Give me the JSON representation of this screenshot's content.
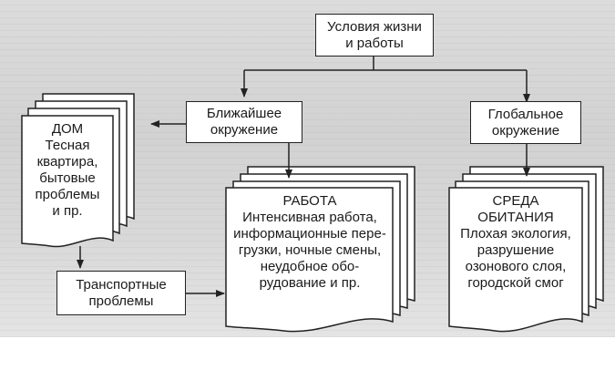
{
  "top": {
    "line1": "Условия жизни",
    "line2": "и работы"
  },
  "near": {
    "line1": "Ближайшее",
    "line2": "окружение"
  },
  "global": {
    "line1": "Глобальное",
    "line2": "окружение"
  },
  "transport": {
    "line1": "Транспортные",
    "line2": "проблемы"
  },
  "home": {
    "title": "ДОМ",
    "lines": [
      "Тесная",
      "квартира,",
      "бытовые",
      "проблемы",
      "и пр."
    ]
  },
  "work": {
    "title": "РАБОТА",
    "lines": [
      "Интенсивная работа,",
      "информационные пере-",
      "грузки, ночные смены,",
      "неудобное обо-",
      "рудование и пр."
    ]
  },
  "env": {
    "title1": "СРЕДА",
    "title2": "ОБИТАНИЯ",
    "lines": [
      "Плохая экология,",
      "разрушение",
      "озонового слоя,",
      "городской смог"
    ]
  },
  "colors": {
    "ink": "#222222",
    "paper": "#ffffff",
    "background": "#d6d6d6"
  }
}
